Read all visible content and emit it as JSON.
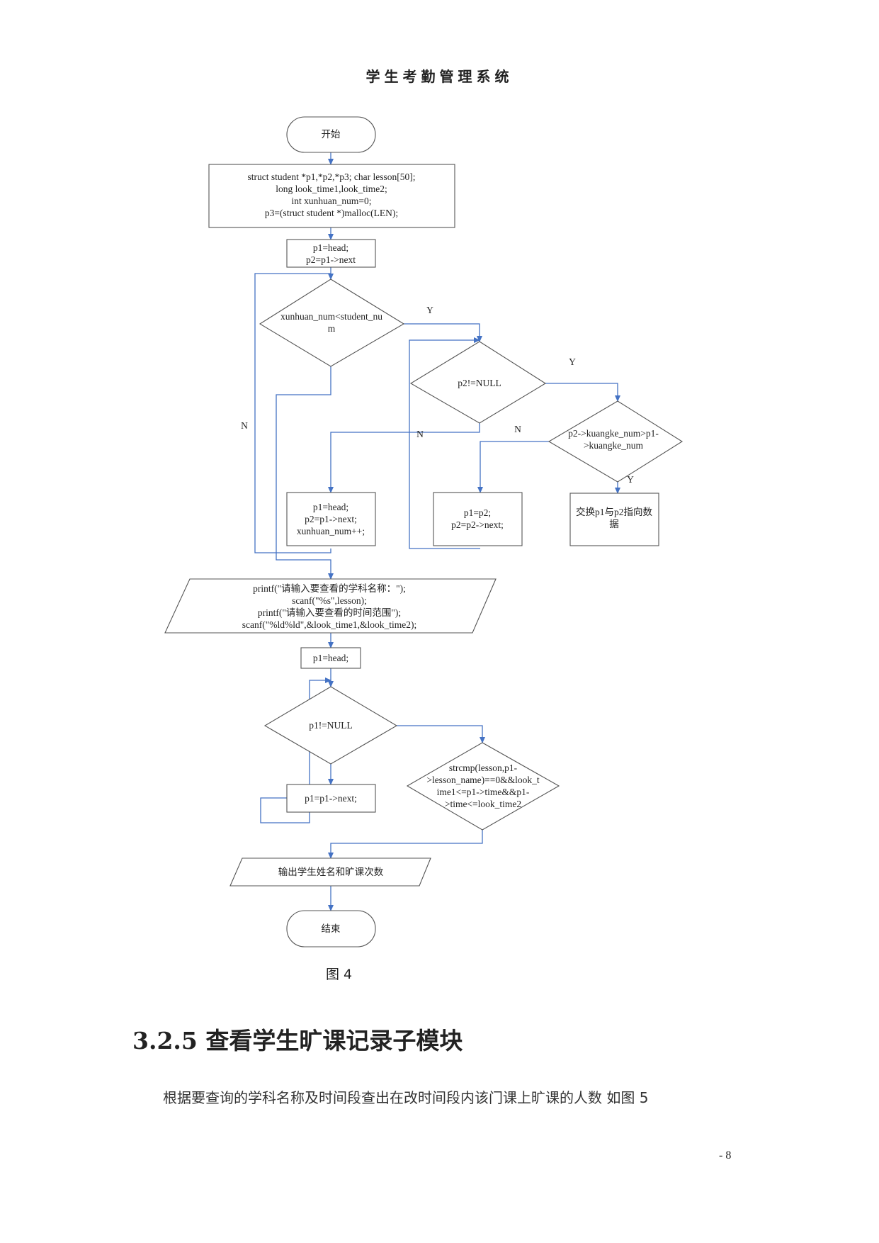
{
  "page": {
    "header": "学生考勤管理系统",
    "figure_caption": "图 4",
    "section_heading": "3.2.5 查看学生旷课记录子模块",
    "body_text": "根据要查询的学科名称及时间段查出在改时间段内该门课上旷课的人数 如图 5",
    "page_number": "- 8"
  },
  "flowchart": {
    "start": "开始",
    "init": [
      "struct student *p1,*p2,*p3; char lesson[50];",
      "long look_time1,look_time2;",
      "int xunhuan_num=0;",
      "p3=(struct student *)malloc(LEN);"
    ],
    "set_head": [
      "p1=head;",
      "p2=p1->next"
    ],
    "loop_condition": [
      "xunhuan_num<student_nu",
      "m"
    ],
    "p2_condition": "p2!=NULL",
    "compare_condition": [
      "p2->kuangke_num>p1-",
      ">kuangke_num"
    ],
    "swap_action": [
      "交换p1与p2指向数",
      "据"
    ],
    "advance_pair": [
      "p1=p2;",
      "p2=p2->next;"
    ],
    "reset_loop": [
      "p1=head;",
      "p2=p1->next;",
      "xunhuan_num++;"
    ],
    "input_io": [
      "printf(\"请输入要查看的学科名称：\");",
      "scanf(\"%s\",lesson);",
      "printf(\"请输入要查看的时间范围\");",
      "scanf(\"%ld%ld\",&look_time1,&look_time2);"
    ],
    "head_assign": "p1=head;",
    "p1_condition": "p1!=NULL",
    "next_assign": "p1=p1->next;",
    "match_condition": [
      "strcmp(lesson,p1-",
      ">lesson_name)==0&&look_t",
      "ime1<=p1->time&&p1-",
      ">time<=look_time2"
    ],
    "output_io": "输出学生姓名和旷课次数",
    "end": "结束",
    "labels": {
      "yes": "Y",
      "no": "N"
    }
  }
}
